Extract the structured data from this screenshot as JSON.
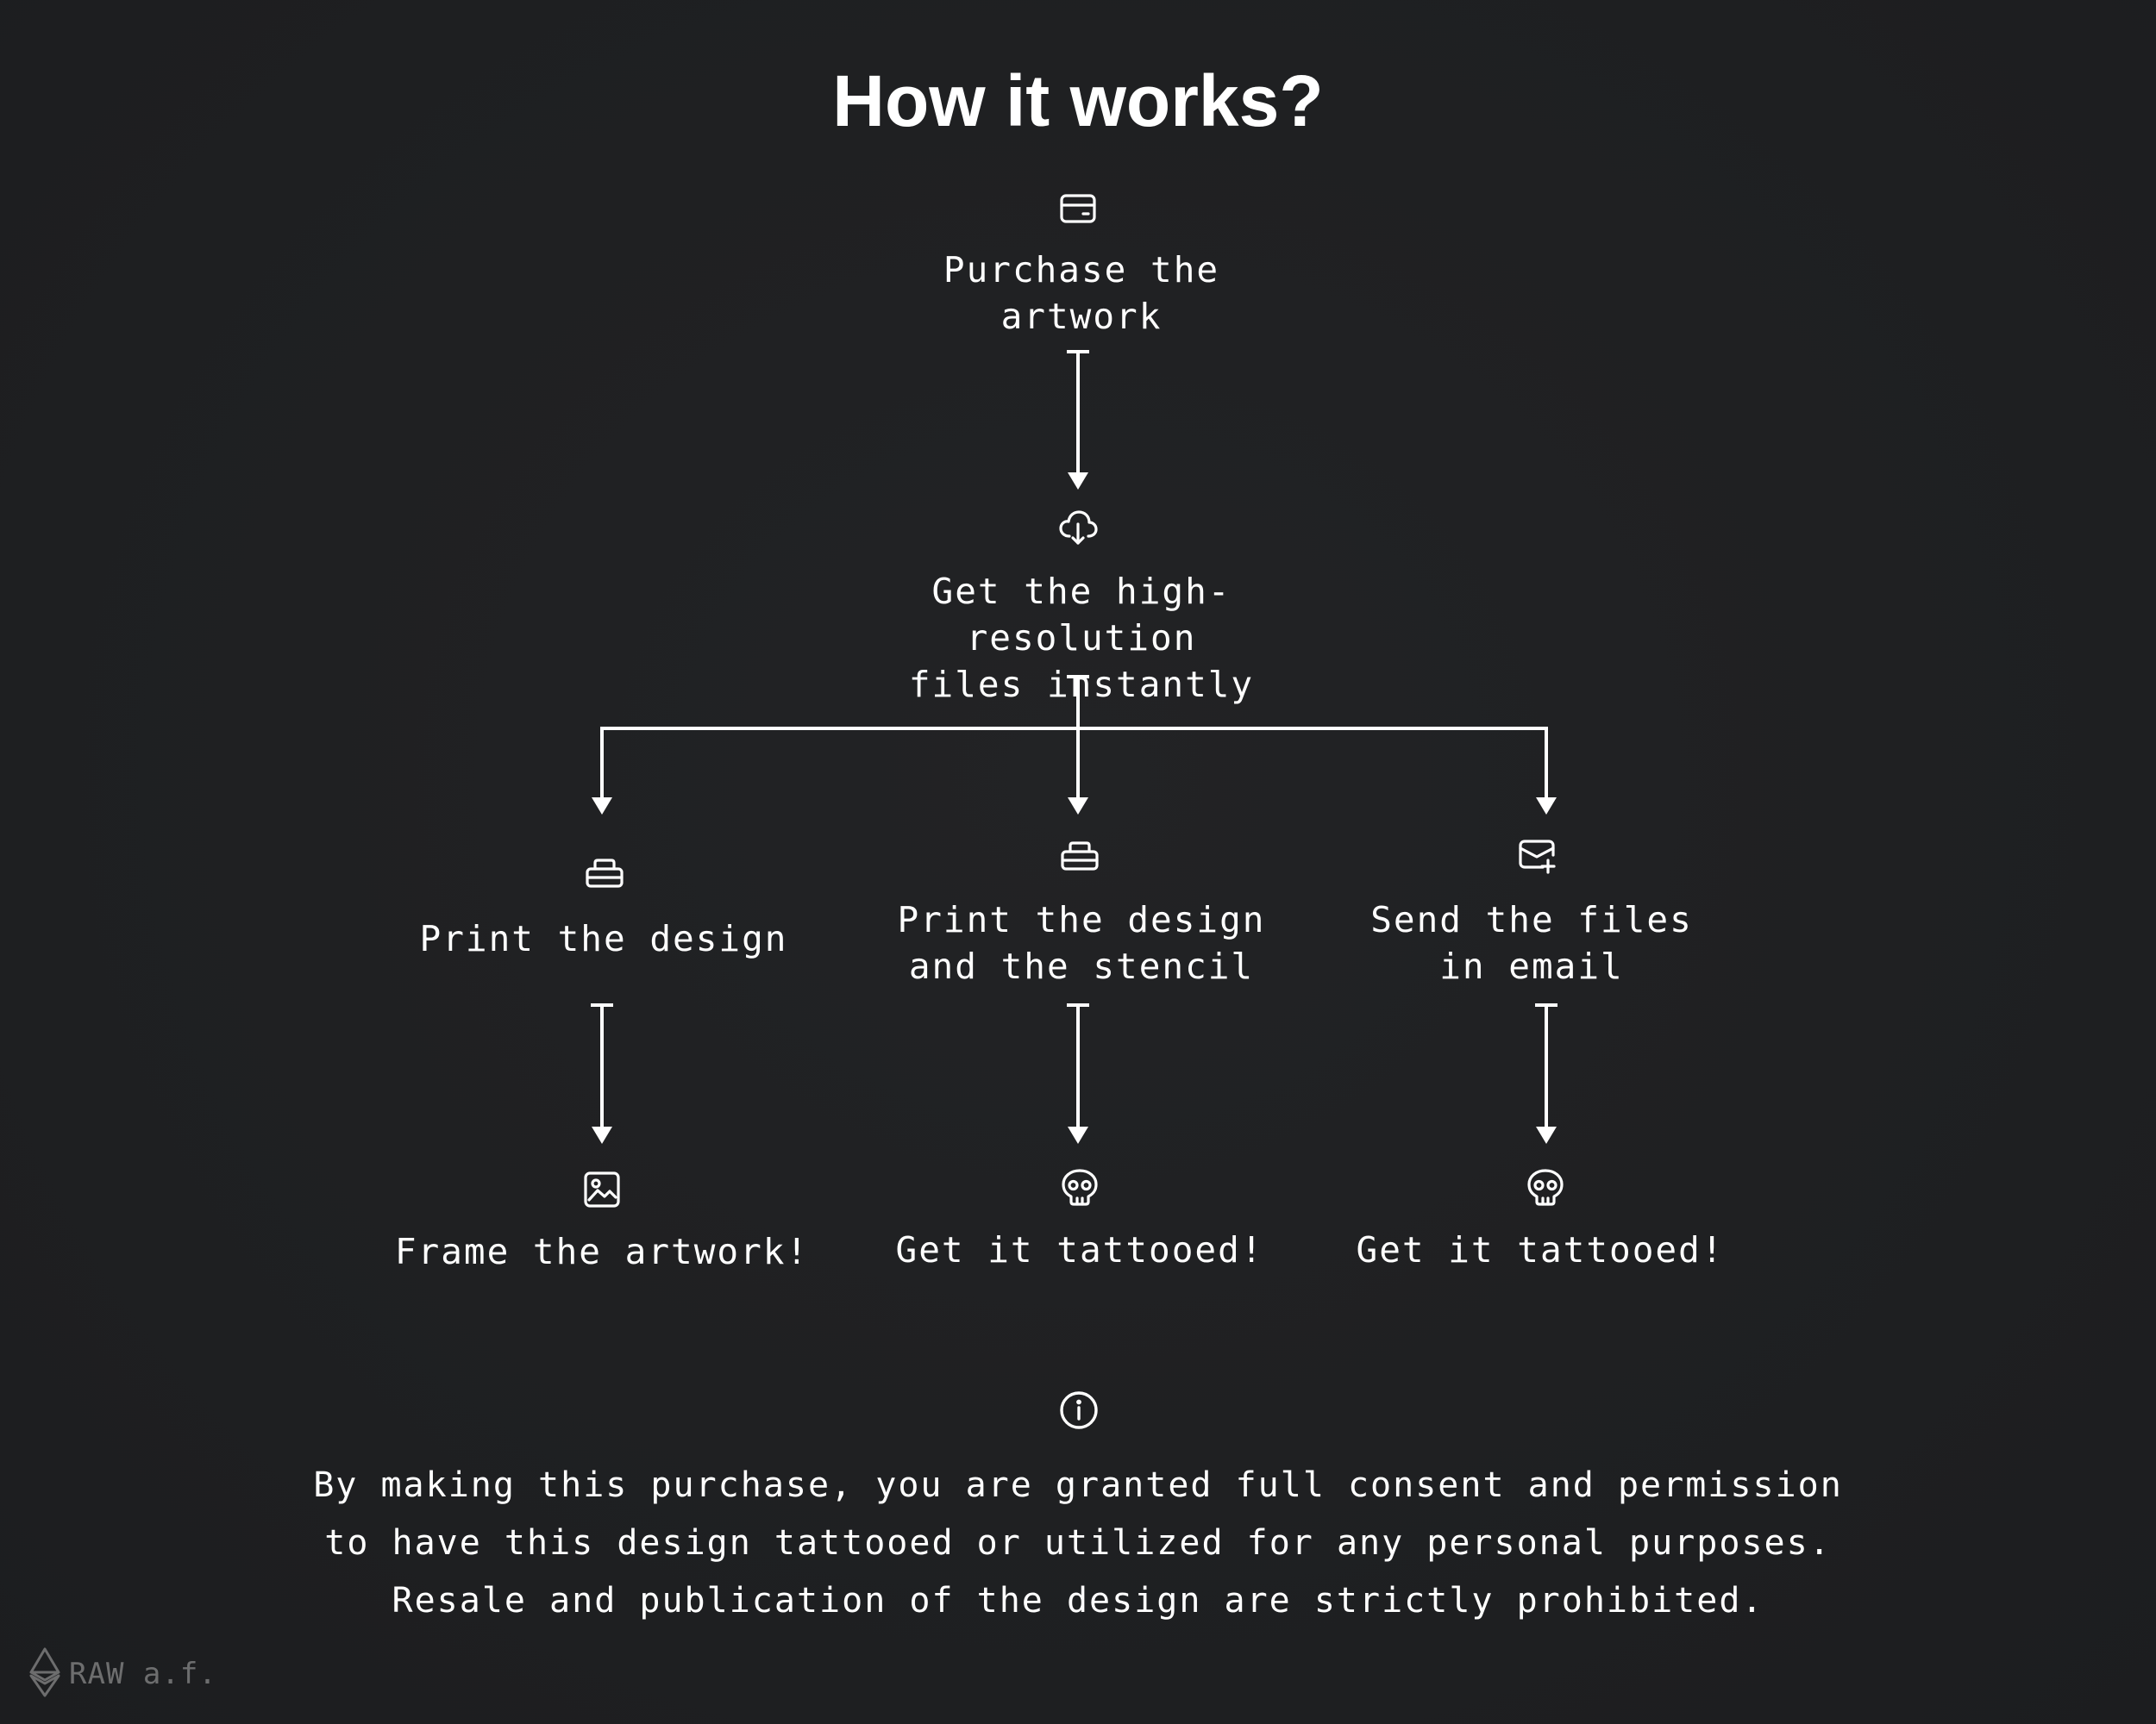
{
  "title": "How it works?",
  "steps": {
    "purchase": {
      "icon": "credit-card-icon",
      "label": "Purchase the\nartwork"
    },
    "download": {
      "icon": "cloud-download-icon",
      "label": "Get the high-resolution\nfiles instantly"
    },
    "print_design": {
      "icon": "printer-icon",
      "label": "Print the design"
    },
    "print_stencil": {
      "icon": "printer-icon",
      "label": "Print the design\nand the stencil"
    },
    "send_email": {
      "icon": "email-add-icon",
      "label": "Send the files\nin email"
    },
    "frame": {
      "icon": "image-icon",
      "label": "Frame the artwork!"
    },
    "tattoo_stencil": {
      "icon": "skull-icon",
      "label": "Get it tattooed!"
    },
    "tattoo_email": {
      "icon": "skull-icon",
      "label": "Get it tattooed!"
    }
  },
  "notice": {
    "icon": "info-icon",
    "text": "By making this purchase, you are granted full consent and permission\nto have this design tattooed or utilized for any personal purposes.\nResale and publication of the design are strictly prohibited."
  },
  "brand": {
    "icon": "ethereum-logo-icon",
    "text": "RAW a.f."
  },
  "colors": {
    "background": "#1f2022",
    "foreground": "#ffffff"
  }
}
